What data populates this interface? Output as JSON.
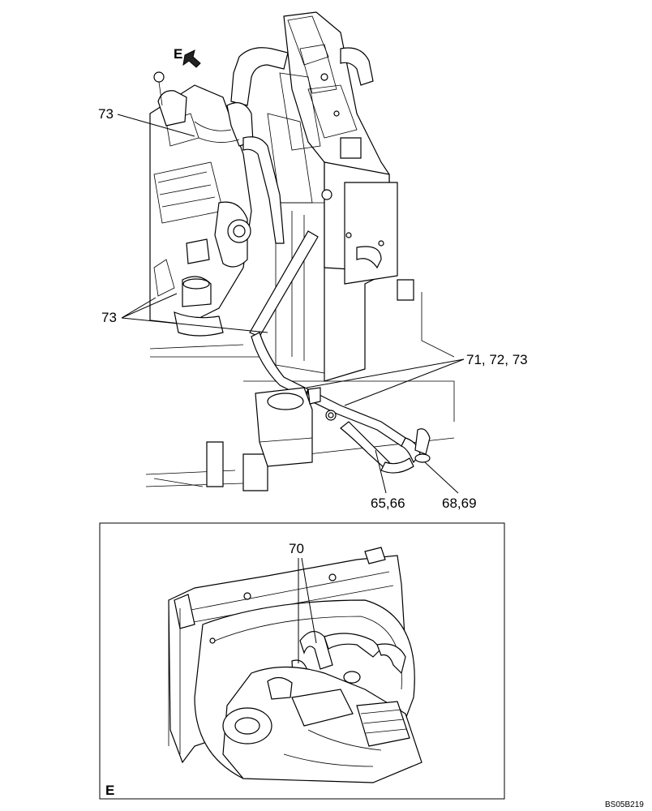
{
  "labels": {
    "view_arrow": "E",
    "inset_view": "E",
    "callout_73_top": "73",
    "callout_73_left": "73",
    "callout_71_72_73": "71, 72, 73",
    "callout_65_66": "65,66",
    "callout_68_69": "68,69",
    "callout_70": "70",
    "drawing_code": "BS05B219"
  }
}
